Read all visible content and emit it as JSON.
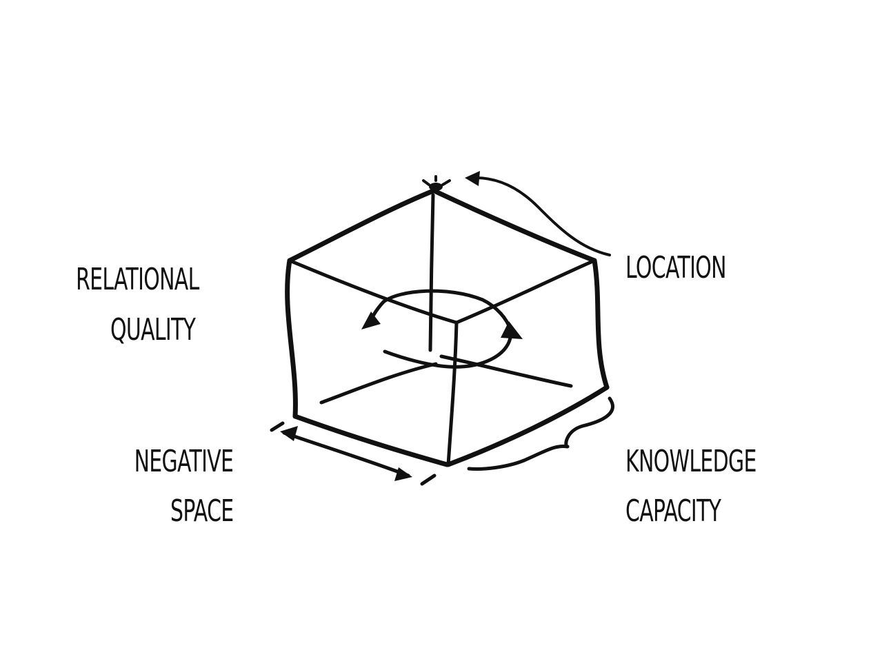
{
  "labels": {
    "relational_quality": [
      "RELATIONAL",
      "QUALITY"
    ],
    "location": "LOCATION",
    "negative_space": [
      "NEGATIVE",
      "SPACE"
    ],
    "knowledge_capacity": [
      "KNOWLEDGE",
      "CAPACITY"
    ]
  },
  "colors": {
    "ink": "#111111",
    "background": "#ffffff"
  }
}
